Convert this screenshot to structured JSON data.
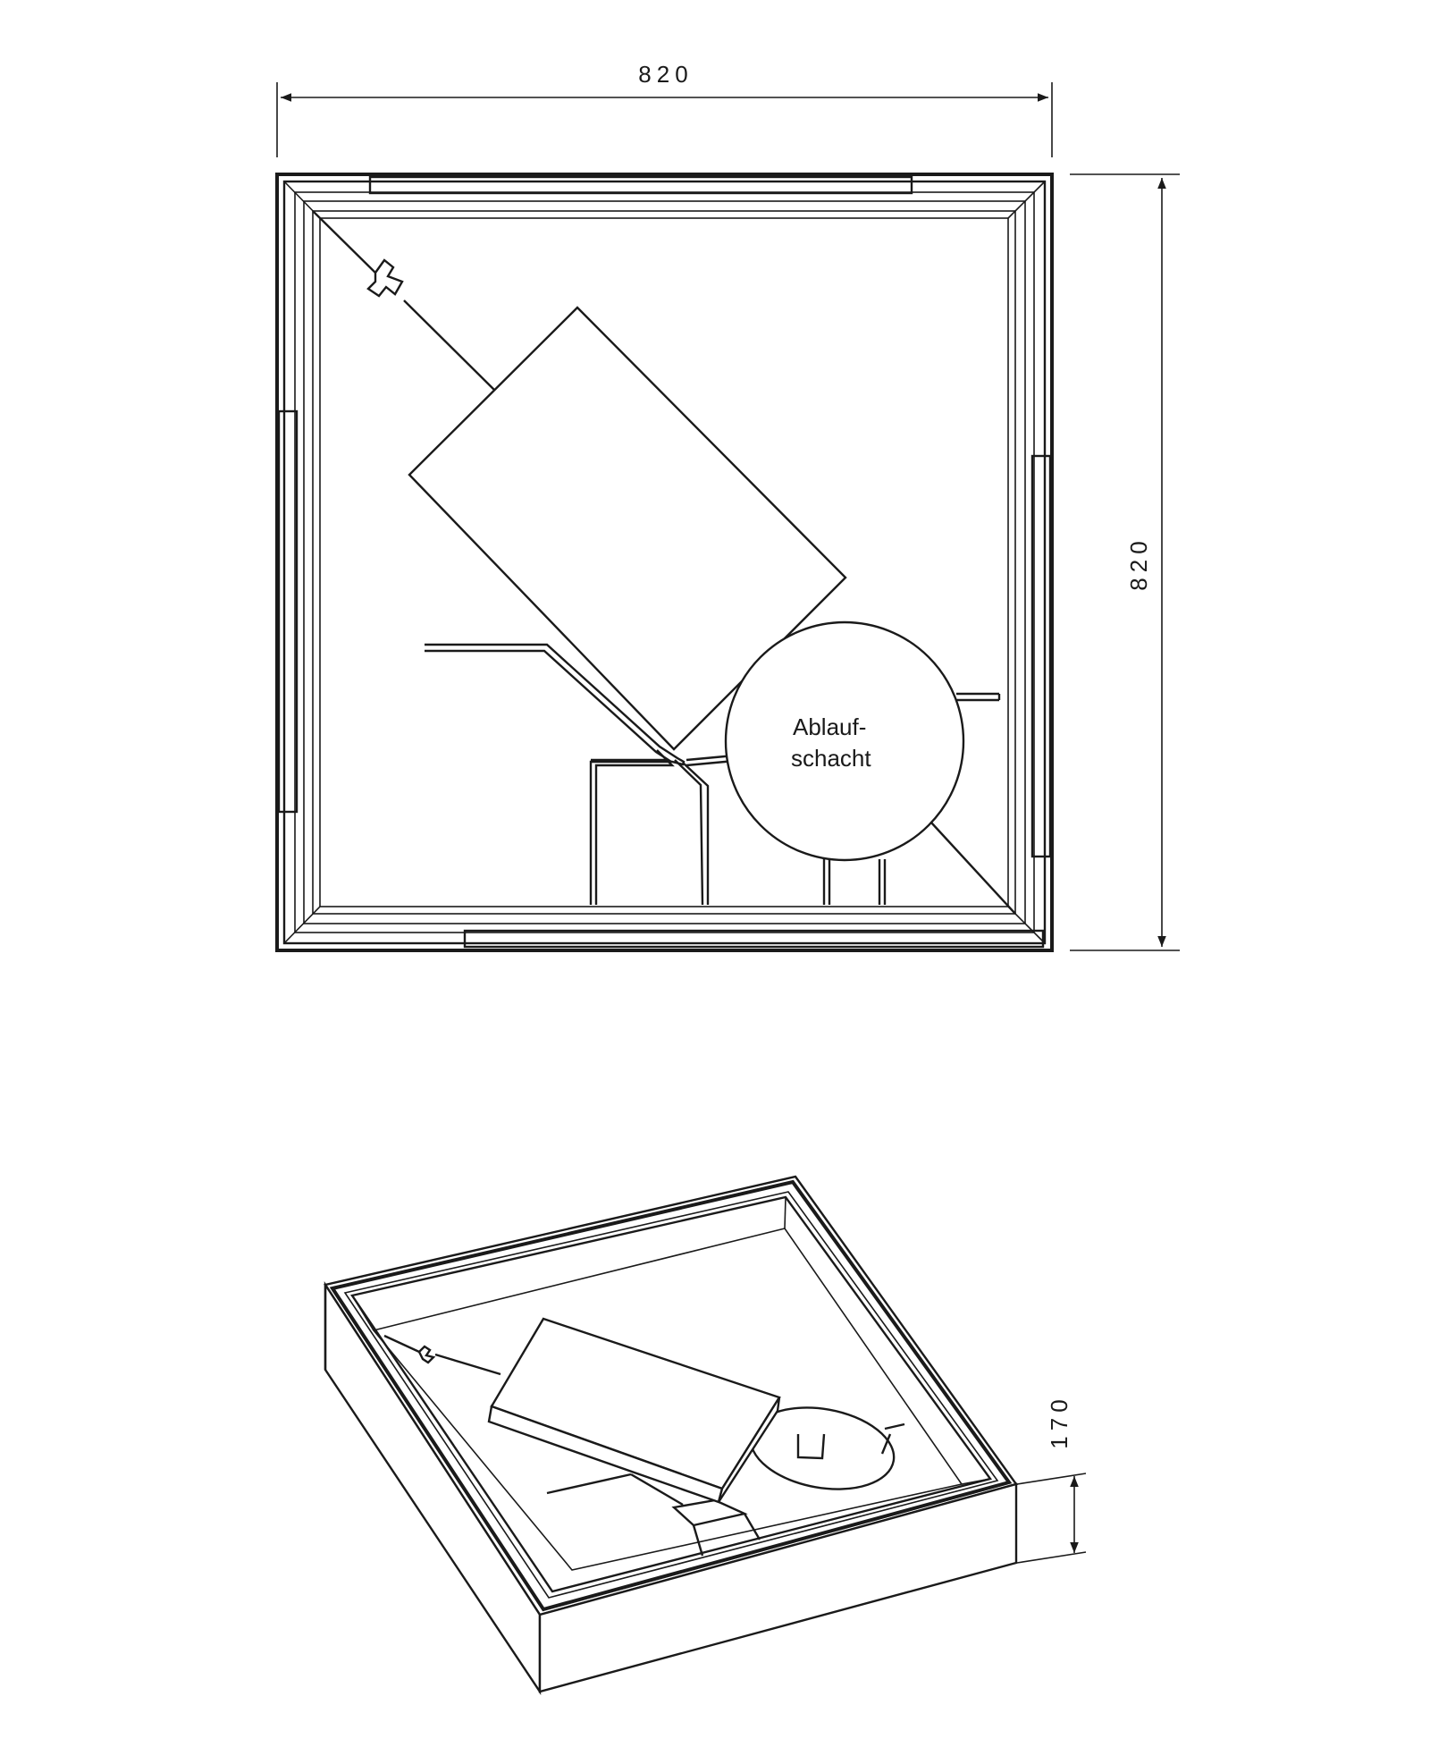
{
  "dimensions": {
    "width": "820",
    "depth": "820",
    "height": "170"
  },
  "labels": {
    "drain_line1": "Ablauf-",
    "drain_line2": "schacht"
  },
  "colors": {
    "line": "#1a1a1a",
    "background": "#ffffff"
  }
}
